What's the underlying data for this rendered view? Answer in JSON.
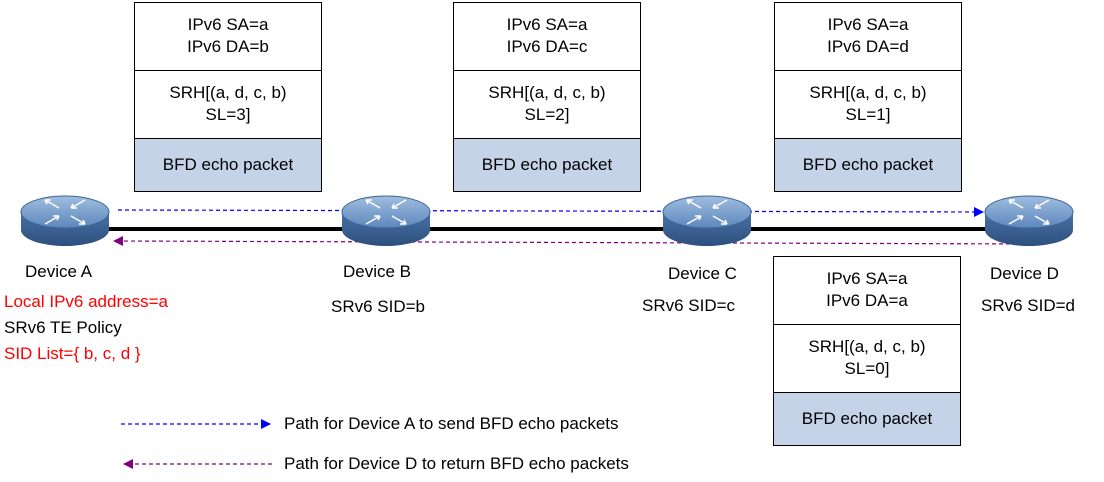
{
  "devices": [
    {
      "name": "Device A"
    },
    {
      "name": "Device B",
      "sid": "SRv6 SID=b"
    },
    {
      "name": "Device C",
      "sid": "SRv6 SID=c"
    },
    {
      "name": "Device D",
      "sid": "SRv6 SID=d"
    }
  ],
  "device_a_info": {
    "local_address": "Local IPv6 address=a",
    "policy": "SRv6 TE Policy",
    "sid_list": "SID List={ b, c, d }"
  },
  "packets": [
    {
      "sa": "IPv6 SA=a",
      "da": "IPv6 DA=b",
      "srh": "SRH[(a, d, c, b)",
      "sl": "SL=3]",
      "payload": "BFD echo packet"
    },
    {
      "sa": "IPv6 SA=a",
      "da": "IPv6 DA=c",
      "srh": "SRH[(a, d, c, b)",
      "sl": "SL=2]",
      "payload": "BFD echo packet"
    },
    {
      "sa": "IPv6 SA=a",
      "da": "IPv6 DA=d",
      "srh": "SRH[(a, d, c, b)",
      "sl": "SL=1]",
      "payload": "BFD echo packet"
    },
    {
      "sa": "IPv6 SA=a",
      "da": "IPv6 DA=a",
      "srh": "SRH[(a, d, c, b)",
      "sl": "SL=0]",
      "payload": "BFD echo packet"
    }
  ],
  "legend": {
    "send": "Path for Device A to send BFD echo packets",
    "return": "Path for Device D to return BFD echo packets"
  },
  "colors": {
    "send_path": "#0000ff",
    "return_path": "#800080",
    "payload_fill": "#c5d3e9",
    "router_body": "#5a82b4",
    "highlight": "#ff0000"
  },
  "icons": [
    "router-icon"
  ]
}
